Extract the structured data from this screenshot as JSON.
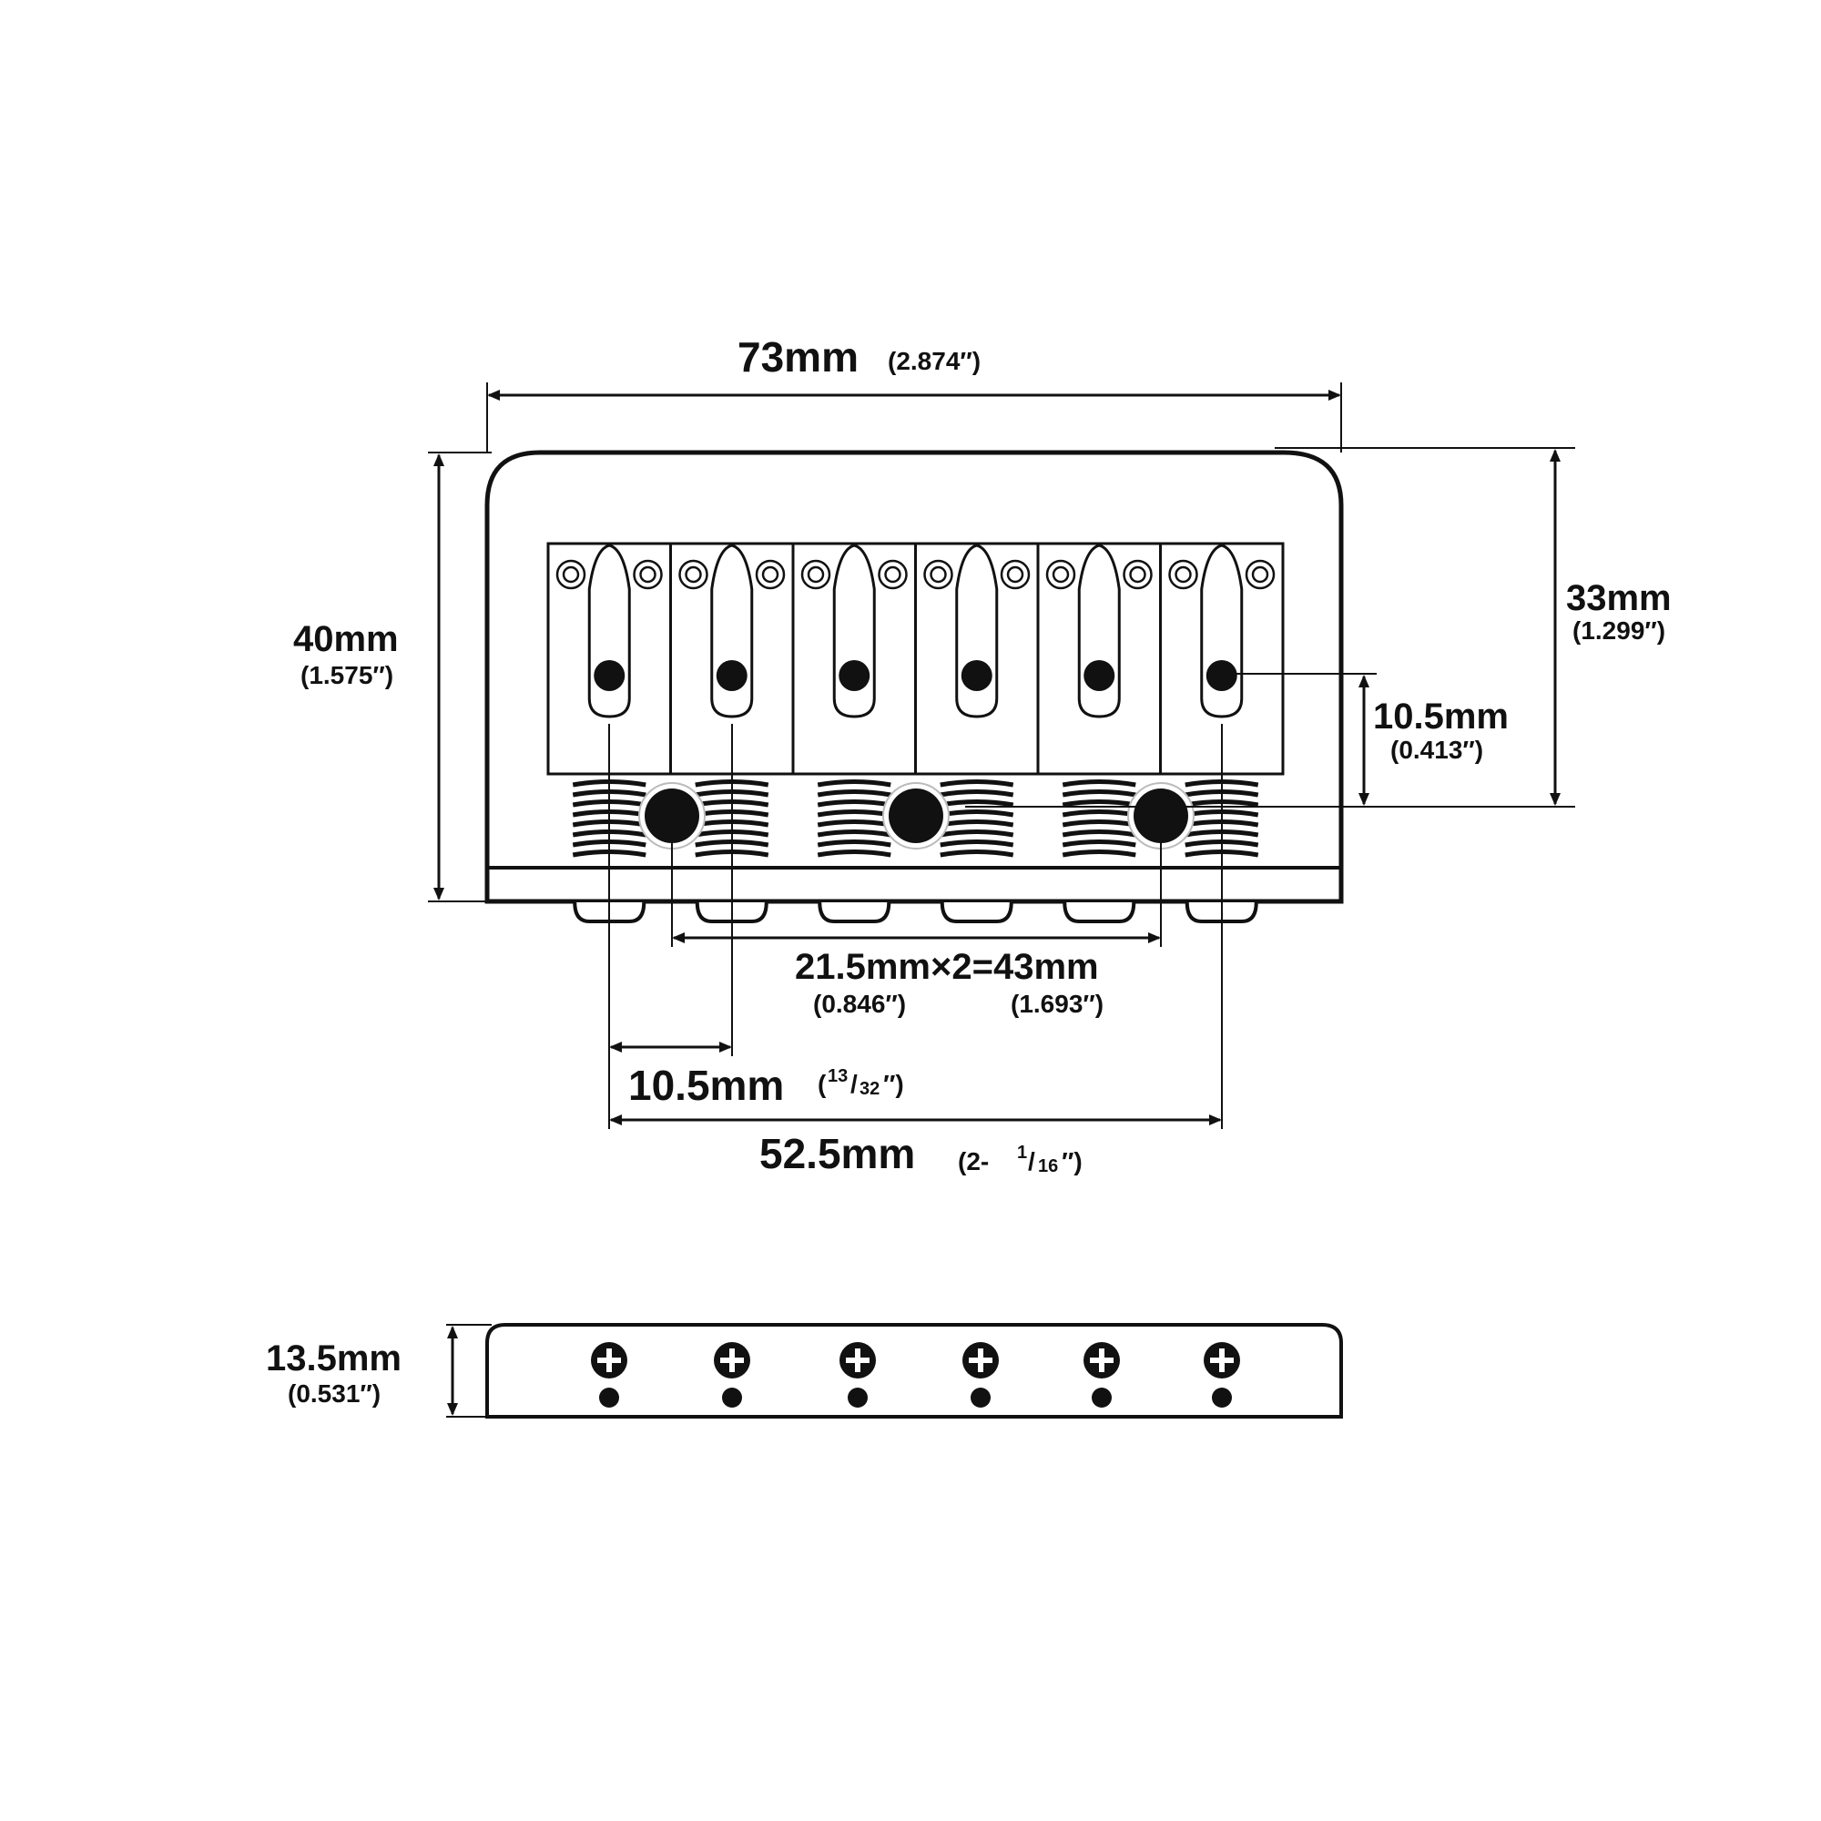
{
  "colors": {
    "line": "#111111",
    "background": "#ffffff"
  },
  "dimensions": {
    "width": {
      "main": "73mm",
      "sub": "(2.874″)"
    },
    "height_total": {
      "main": "40mm",
      "sub": "(1.575″)"
    },
    "height_saddle": {
      "main": "33mm",
      "sub": "(1.299″)"
    },
    "saddle_offset": {
      "main": "10.5mm",
      "sub": "(0.413″)"
    },
    "mount_spacing": {
      "main": "21.5mm×2=43mm",
      "sub_a": "(0.846″)",
      "sub_b": "(1.693″)"
    },
    "string_spacing": {
      "main": "10.5mm",
      "sub_num": "13",
      "sub_den": "32",
      "sub_open": "(",
      "sub_close": "″)"
    },
    "string_span": {
      "main": "52.5mm",
      "sub_pre": "(2- ",
      "sub_num": "1",
      "sub_den": "16",
      "sub_close": "″)"
    },
    "side_height": {
      "main": "13.5mm",
      "sub": "(0.531″)"
    }
  },
  "parts": {
    "saddle_count": 6,
    "screw_count": 6,
    "mount_hole_count": 3
  },
  "icons": [
    "phillips-screw-icon",
    "spring-icon",
    "saddle-icon",
    "mount-hole-icon"
  ]
}
